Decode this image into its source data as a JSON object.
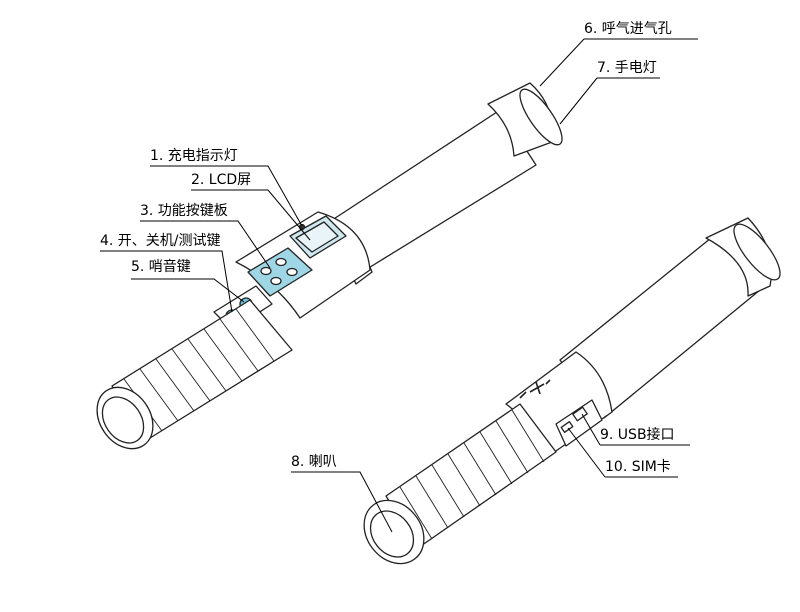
{
  "labels": {
    "l1": "1. 充电指示灯",
    "l2": "2. LCD屏",
    "l3": "3. 功能按键板",
    "l4": "4. 开、关机/测试键",
    "l5": "5. 哨音键",
    "l6": "6. 呼气进气孔",
    "l7": "7. 手电灯",
    "l8": "8. 喇叭",
    "l9": "9. USB接口",
    "l10": "10. SIM卡"
  },
  "colors": {
    "outline": "#222222",
    "lcd": "#cfe8ef",
    "keypad": "#9fd6e6",
    "button": "#6fc3d9",
    "leader": "#000000"
  }
}
